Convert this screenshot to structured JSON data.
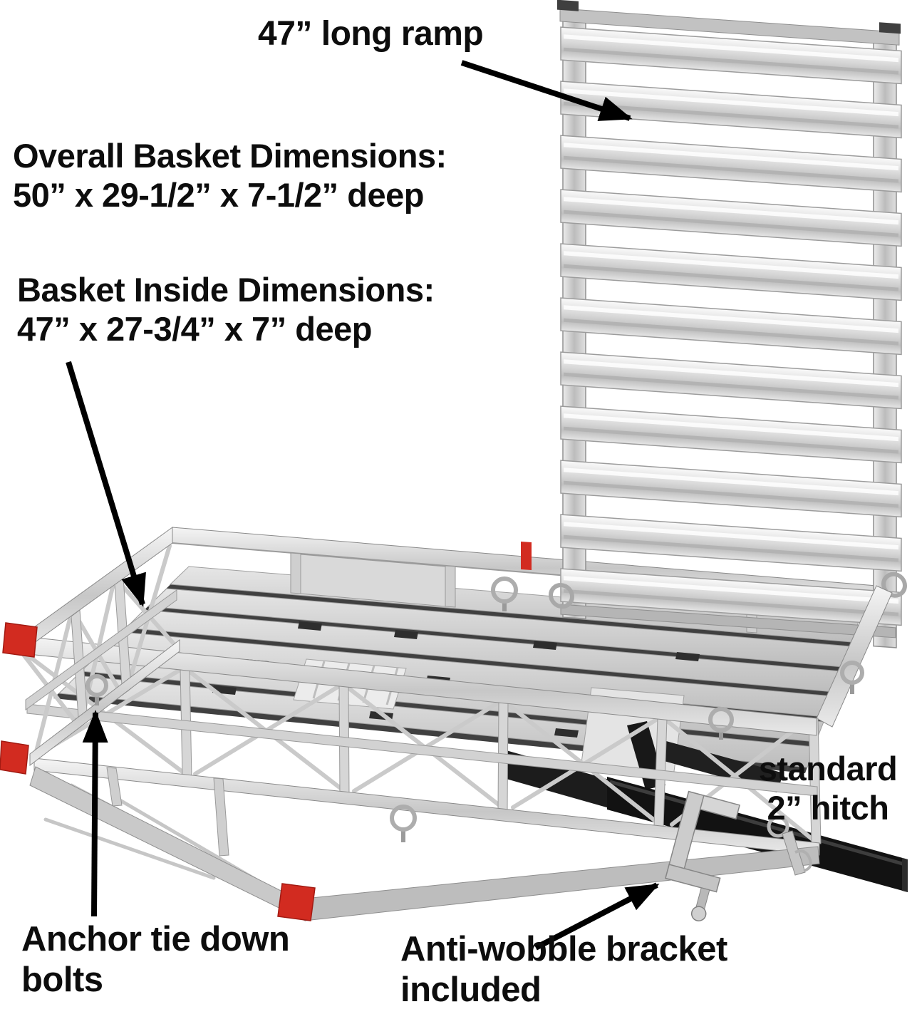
{
  "page": {
    "background": "#ffffff"
  },
  "annotations": {
    "ramp": {
      "label": "47” long ramp"
    },
    "overall_dimensions": {
      "title": "Overall Basket Dimensions:",
      "value": "50” x 29-1/2” x 7-1/2” deep"
    },
    "inside_dimensions": {
      "title": "Basket Inside Dimensions:",
      "value": "47” x 27-3/4” x 7” deep"
    },
    "hitch": {
      "line1": "standard",
      "line2": "2” hitch"
    },
    "anchor": {
      "line1": "Anchor tie down",
      "line2": "bolts"
    },
    "anti_wobble": {
      "line1": "Anti-wobble bracket",
      "line2": "included"
    }
  },
  "product": {
    "description": "Aluminum hitch-mount cargo carrier basket with fold-up 47 inch loading ramp, black 2 inch hitch tube, anti-wobble bracket and red corner caps",
    "colors": {
      "aluminum_light": "#f0f0f0",
      "aluminum": "#d7d7d7",
      "aluminum_dark": "#a9a9a9",
      "red_accent": "#d22b20",
      "hitch_black": "#161616",
      "annotation_text": "#0d0d0d"
    }
  }
}
